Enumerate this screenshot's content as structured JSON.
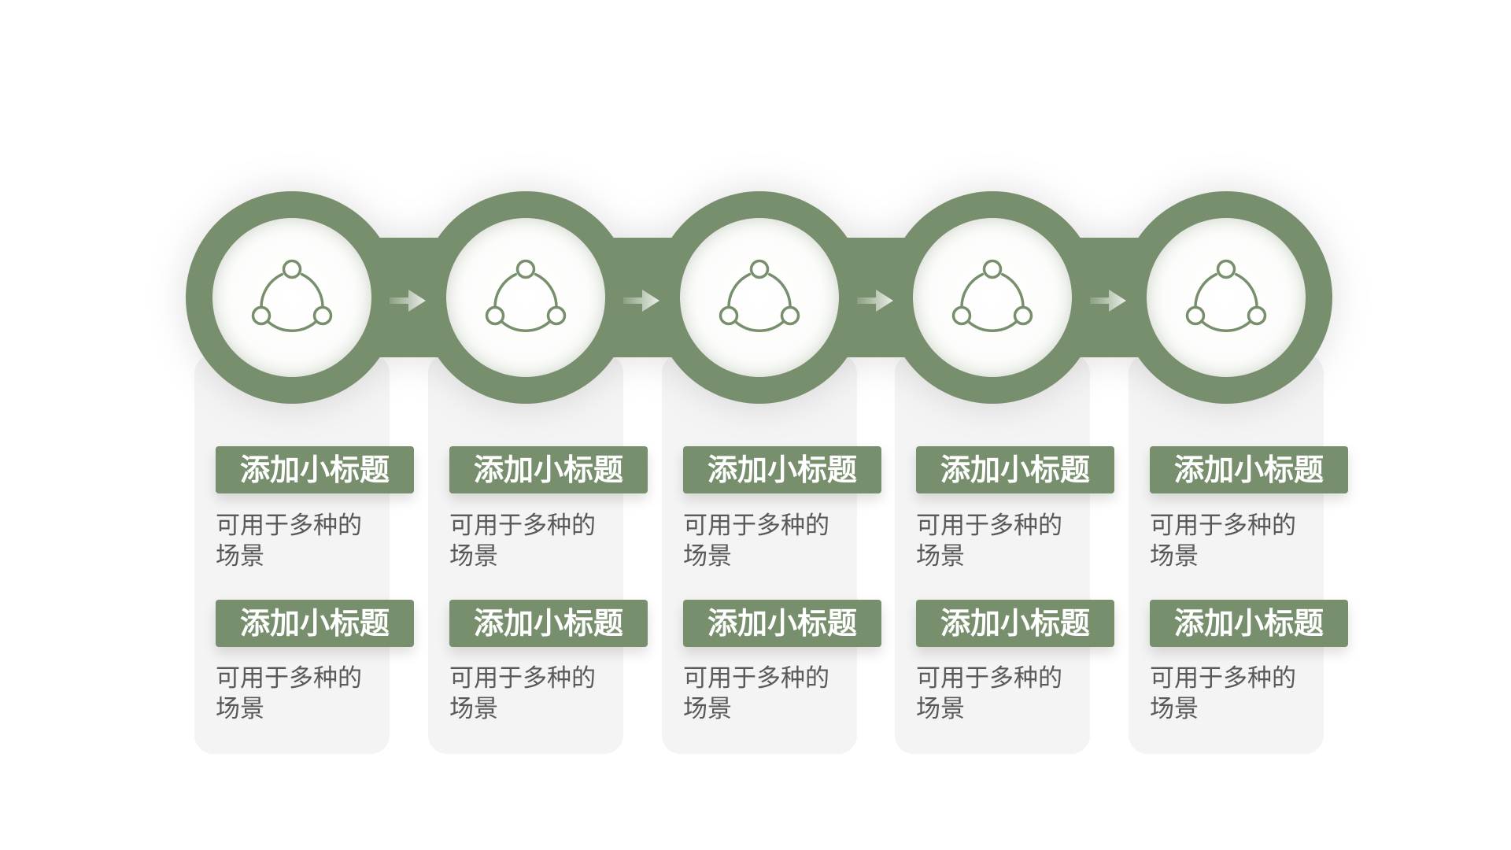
{
  "accent_color": "#778f6c",
  "steps": [
    {
      "icon": "three-node-cycle-icon",
      "blocks": [
        {
          "title": "添加小标题",
          "text": "可用于多种的场景"
        },
        {
          "title": "添加小标题",
          "text": "可用于多种的场景"
        }
      ]
    },
    {
      "icon": "three-node-cycle-icon",
      "blocks": [
        {
          "title": "添加小标题",
          "text": "可用于多种的场景"
        },
        {
          "title": "添加小标题",
          "text": "可用于多种的场景"
        }
      ]
    },
    {
      "icon": "three-node-cycle-icon",
      "blocks": [
        {
          "title": "添加小标题",
          "text": "可用于多种的场景"
        },
        {
          "title": "添加小标题",
          "text": "可用于多种的场景"
        }
      ]
    },
    {
      "icon": "three-node-cycle-icon",
      "blocks": [
        {
          "title": "添加小标题",
          "text": "可用于多种的场景"
        },
        {
          "title": "添加小标题",
          "text": "可用于多种的场景"
        }
      ]
    },
    {
      "icon": "three-node-cycle-icon",
      "blocks": [
        {
          "title": "添加小标题",
          "text": "可用于多种的场景"
        },
        {
          "title": "添加小标题",
          "text": "可用于多种的场景"
        }
      ]
    }
  ]
}
